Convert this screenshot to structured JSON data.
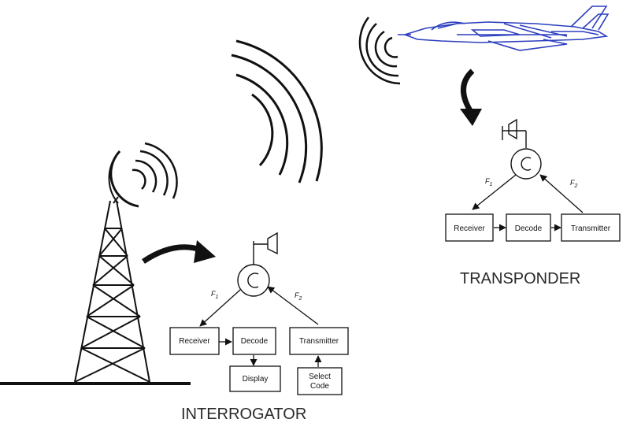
{
  "interrogator": {
    "caption": "INTERROGATOR",
    "receiver": "Receiver",
    "decode": "Decode",
    "transmitter": "Transmitter",
    "display": "Display",
    "select_code_line1": "Select",
    "select_code_line2": "Code",
    "f1_letter": "F",
    "f1_sub": "1",
    "f2_letter": "F",
    "f2_sub": "2"
  },
  "transponder": {
    "caption": "TRANSPONDER",
    "receiver": "Receiver",
    "decode": "Decode",
    "transmitter": "Transmitter",
    "f1_letter": "F",
    "f1_sub": "1",
    "f2_letter": "F",
    "f2_sub": "2"
  },
  "colors": {
    "line": "#111111",
    "aircraft": "#2b3fbf"
  },
  "icons": [
    "radar-tower-icon",
    "radio-waves-icon",
    "fighter-jet-icon",
    "antenna-icon",
    "circulator-icon",
    "curved-arrow-icon"
  ]
}
